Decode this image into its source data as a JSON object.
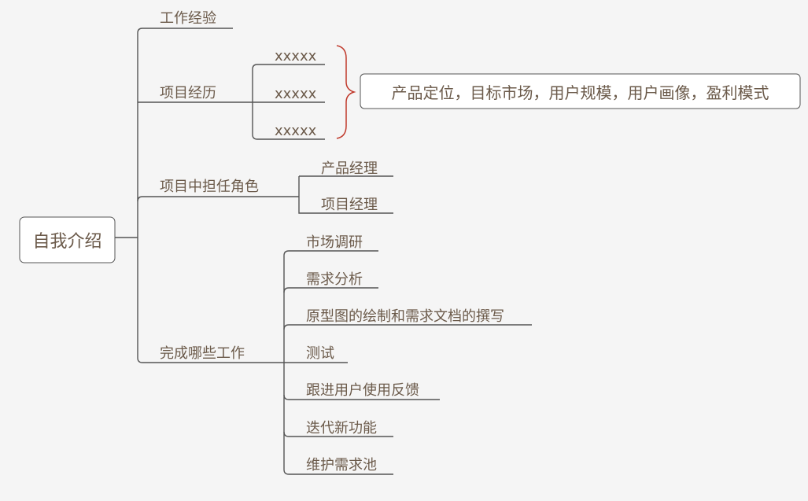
{
  "mindmap": {
    "root": {
      "label": "自我介绍"
    },
    "branches": [
      {
        "id": "work-experience",
        "label": "工作经验",
        "children": []
      },
      {
        "id": "project-history",
        "label": "项目经历",
        "children": [
          {
            "label": "xxxxx"
          },
          {
            "label": "xxxxx"
          },
          {
            "label": "xxxxx"
          }
        ],
        "summary": {
          "label": "产品定位，目标市场，用户规模，用户画像，盈利模式"
        }
      },
      {
        "id": "project-role",
        "label": "项目中担任角色",
        "children": [
          {
            "label": "产品经理"
          },
          {
            "label": "项目经理"
          }
        ]
      },
      {
        "id": "completed-work",
        "label": "完成哪些工作",
        "children": [
          {
            "label": "市场调研"
          },
          {
            "label": "需求分析"
          },
          {
            "label": "原型图的绘制和需求文档的撰写"
          },
          {
            "label": "测试"
          },
          {
            "label": "跟进用户使用反馈"
          },
          {
            "label": "迭代新功能"
          },
          {
            "label": "维护需求池"
          }
        ]
      }
    ]
  },
  "colors": {
    "background": "#f5f5f5",
    "line": "#555555",
    "text": "#6b5a4a",
    "brace": "#c0392b",
    "box_fill": "#ffffff",
    "box_border": "#555555"
  }
}
